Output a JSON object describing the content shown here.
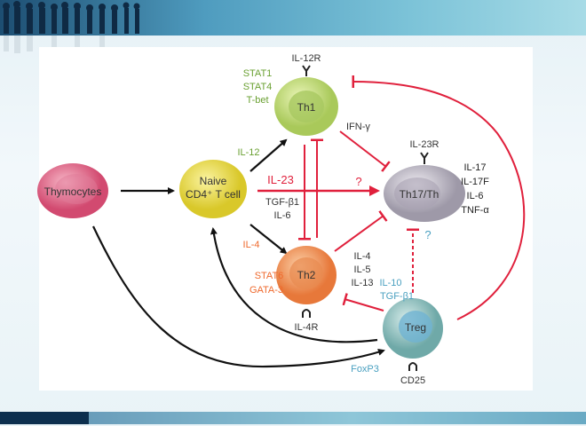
{
  "cells": {
    "thymocytes": "Thymocytes",
    "naive_line1": "Naive",
    "naive_line2": "CD4⁺ T cell",
    "th1": "Th1",
    "th17": "Th17/Th",
    "th2": "Th2",
    "treg": "Treg"
  },
  "labels": {
    "il12r": "IL-12R",
    "th1_factors": [
      "STAT1",
      "STAT4",
      "T-bet"
    ],
    "ifn": "IFN-γ",
    "il23r": "IL-23R",
    "th17_cytokines": [
      "IL-17",
      "IL-17F",
      "IL-6",
      "TNF-α"
    ],
    "il12": "IL-12",
    "il23": "IL-23",
    "tgf_il6": [
      "TGF-β1",
      "IL-6"
    ],
    "question_red": "?",
    "question_blue": "?",
    "il4": "IL-4",
    "th2_cytokines": [
      "IL-4",
      "IL-5",
      "IL-13"
    ],
    "treg_cytokines": [
      "IL-10",
      "TGF-β1"
    ],
    "th2_factors": [
      "STAT6",
      "GATA-3"
    ],
    "il4r": "IL-4R",
    "foxp3": "FoxP3",
    "cd25": "CD25"
  },
  "colors": {
    "inhibit": "#e0203c",
    "th1_green": "#6aa032",
    "th2_orange": "#ef6a2e",
    "treg_blue": "#4aa0c0"
  }
}
